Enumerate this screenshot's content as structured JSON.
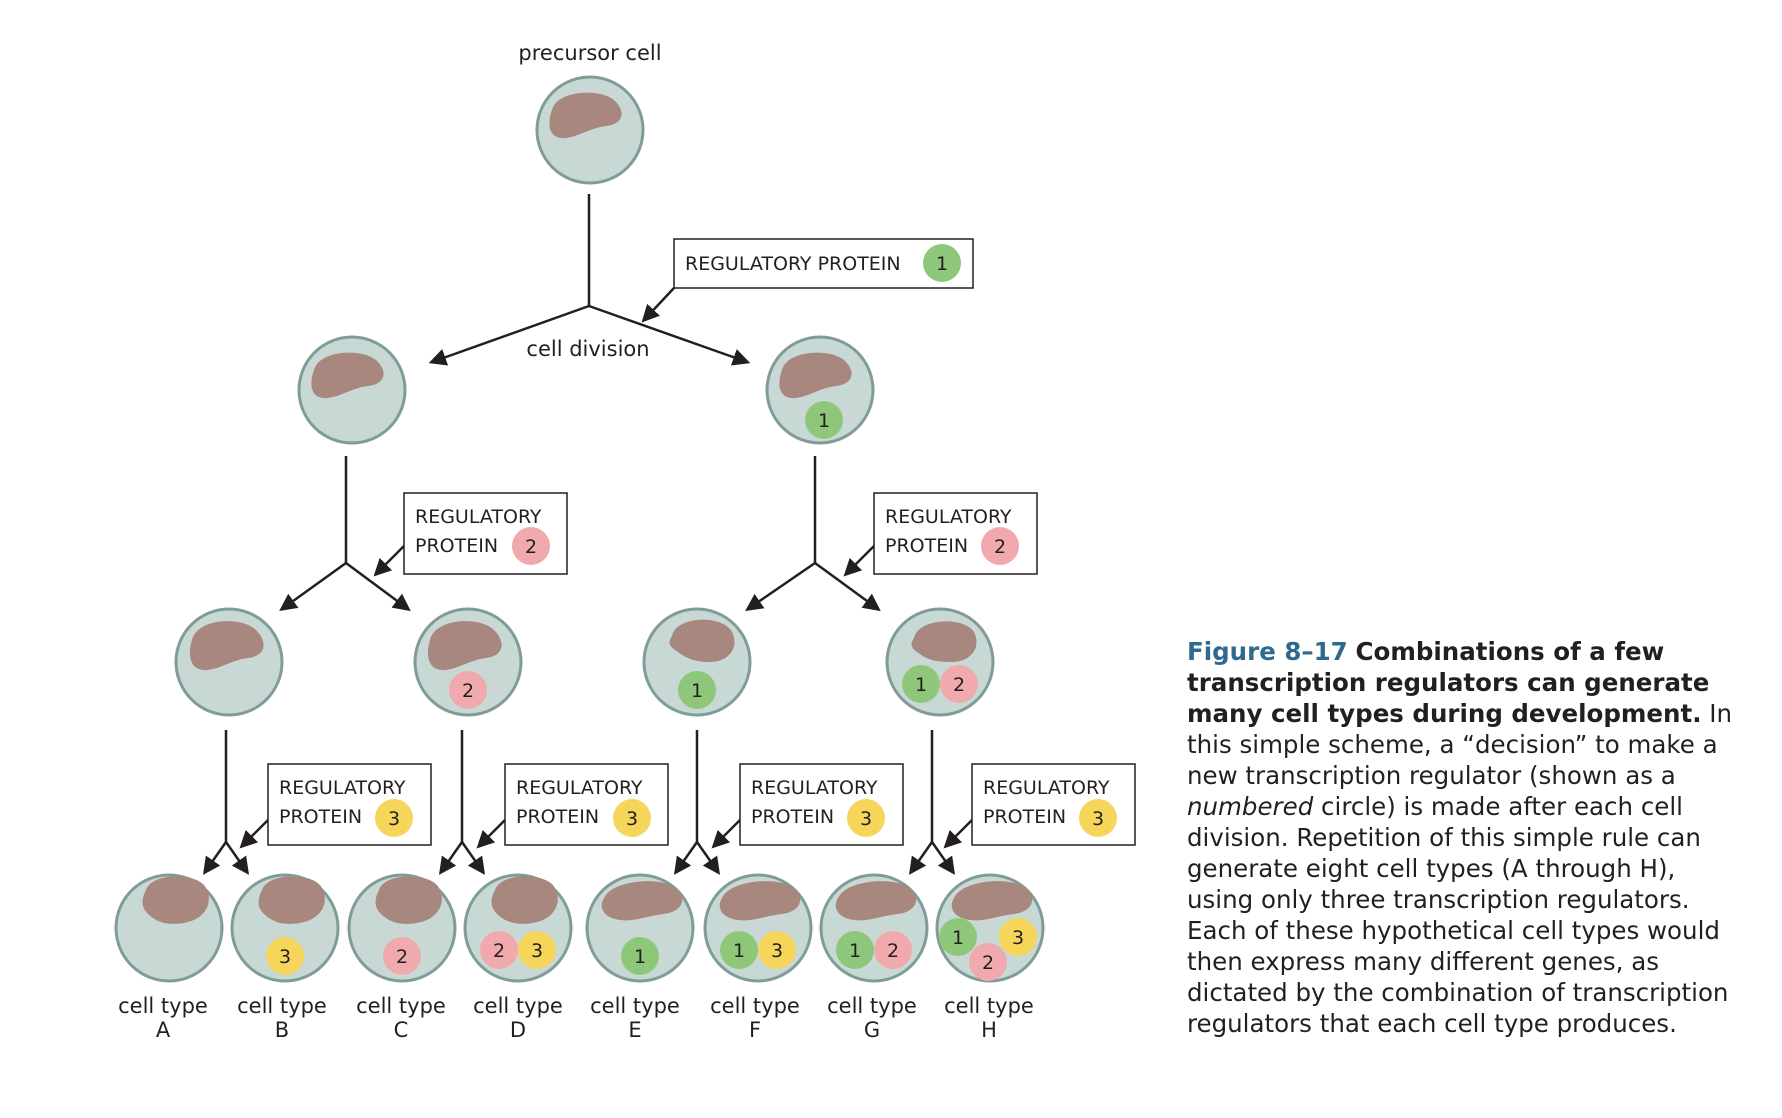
{
  "labels": {
    "precursor": "precursor cell",
    "division": "cell division",
    "cell_type_word": "cell type"
  },
  "regulatory_boxes": {
    "one_line": "REGULATORY PROTEIN",
    "line1": "REGULATORY",
    "line2": "PROTEIN"
  },
  "cell_types": [
    "A",
    "B",
    "C",
    "D",
    "E",
    "F",
    "G",
    "H"
  ],
  "proteins": {
    "p1": "1",
    "p2": "2",
    "p3": "3"
  },
  "colors": {
    "cell_fill": "#c8d8d5",
    "cell_stroke": "#7f9c99",
    "nucleus": "#a8877f",
    "protein1": "#8ec77a",
    "protein2": "#f0a9ad",
    "protein3": "#f6d65a"
  },
  "caption": {
    "label": "Figure 8–17",
    "title": "Combinations of a few transcription regulators can generate many cell types during development.",
    "text1": "In this simple scheme, a “decision” to make a new transcription regulator (shown as a",
    "emphasis": "numbered",
    "text2": "circle) is made after each cell division. Repetition of this simple rule can generate eight cell types (A through H), using only three transcription regulators. Each of these hypothetical cell types would then express many different genes, as dictated by the combination of transcription regulators that each cell type produces."
  }
}
